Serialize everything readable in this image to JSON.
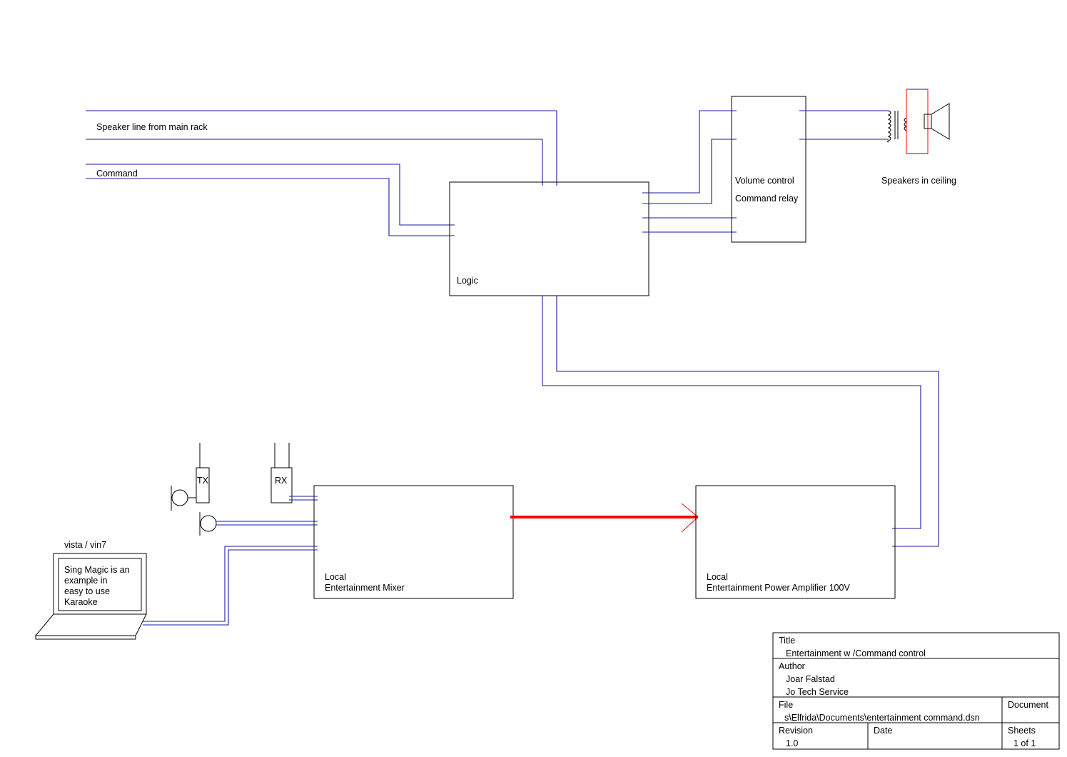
{
  "labels": {
    "speaker_line": "Speaker line from main rack",
    "command": "Command",
    "logic": "Logic",
    "volume_control": "Volume control",
    "command_relay": "Command relay",
    "speakers_in_ceiling": "Speakers in ceiling",
    "tx": "TX",
    "rx": "RX",
    "mixer_line1": "Local",
    "mixer_line2": "Entertainment Mixer",
    "amp_line1": "Local",
    "amp_line2": "Entertainment Power Amplifier 100V",
    "laptop_os": "vista / vin7",
    "laptop_screen": [
      "Sing Magic is an",
      "example in",
      "easy to use",
      "Karaoke"
    ]
  },
  "title_block": {
    "title_label": "Title",
    "title_value": "Entertainment w /Command control",
    "author_label": "Author",
    "author_value1": "Joar Falstad",
    "author_value2": "Jo Tech Service",
    "file_label": "File",
    "file_value": "s\\Elfrida\\Documents\\entertainment command.dsn",
    "document_label": "Document",
    "revision_label": "Revision",
    "revision_value": "1.0",
    "date_label": "Date",
    "sheets_label": "Sheets",
    "sheets_value": "1 of 1"
  },
  "colors": {
    "wire": "#1a1aa6",
    "signal": "#ff0000",
    "outline": "#000000"
  }
}
